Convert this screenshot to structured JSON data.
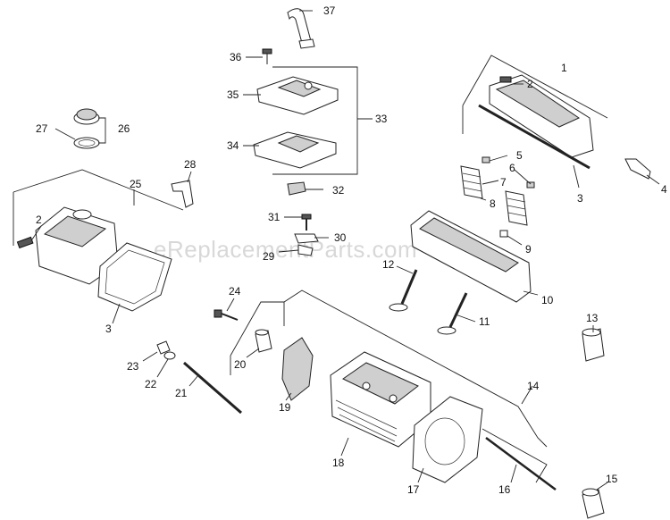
{
  "watermark": "eReplacementParts.com",
  "callouts": {
    "c1": "1",
    "c2a": "2",
    "c2b": "2",
    "c3a": "3",
    "c3b": "3",
    "c4": "4",
    "c5": "5",
    "c6": "6",
    "c7": "7",
    "c8": "8",
    "c9": "9",
    "c10": "10",
    "c11": "11",
    "c12": "12",
    "c13": "13",
    "c14": "14",
    "c15": "15",
    "c16": "16",
    "c17": "17",
    "c18": "18",
    "c19": "19",
    "c20": "20",
    "c21": "21",
    "c22": "22",
    "c23": "23",
    "c24": "24",
    "c25": "25",
    "c26": "26",
    "c27": "27",
    "c28": "28",
    "c29": "29",
    "c30": "30",
    "c31": "31",
    "c32": "32",
    "c33": "33",
    "c34": "34",
    "c35": "35",
    "c36": "36",
    "c37": "37"
  }
}
